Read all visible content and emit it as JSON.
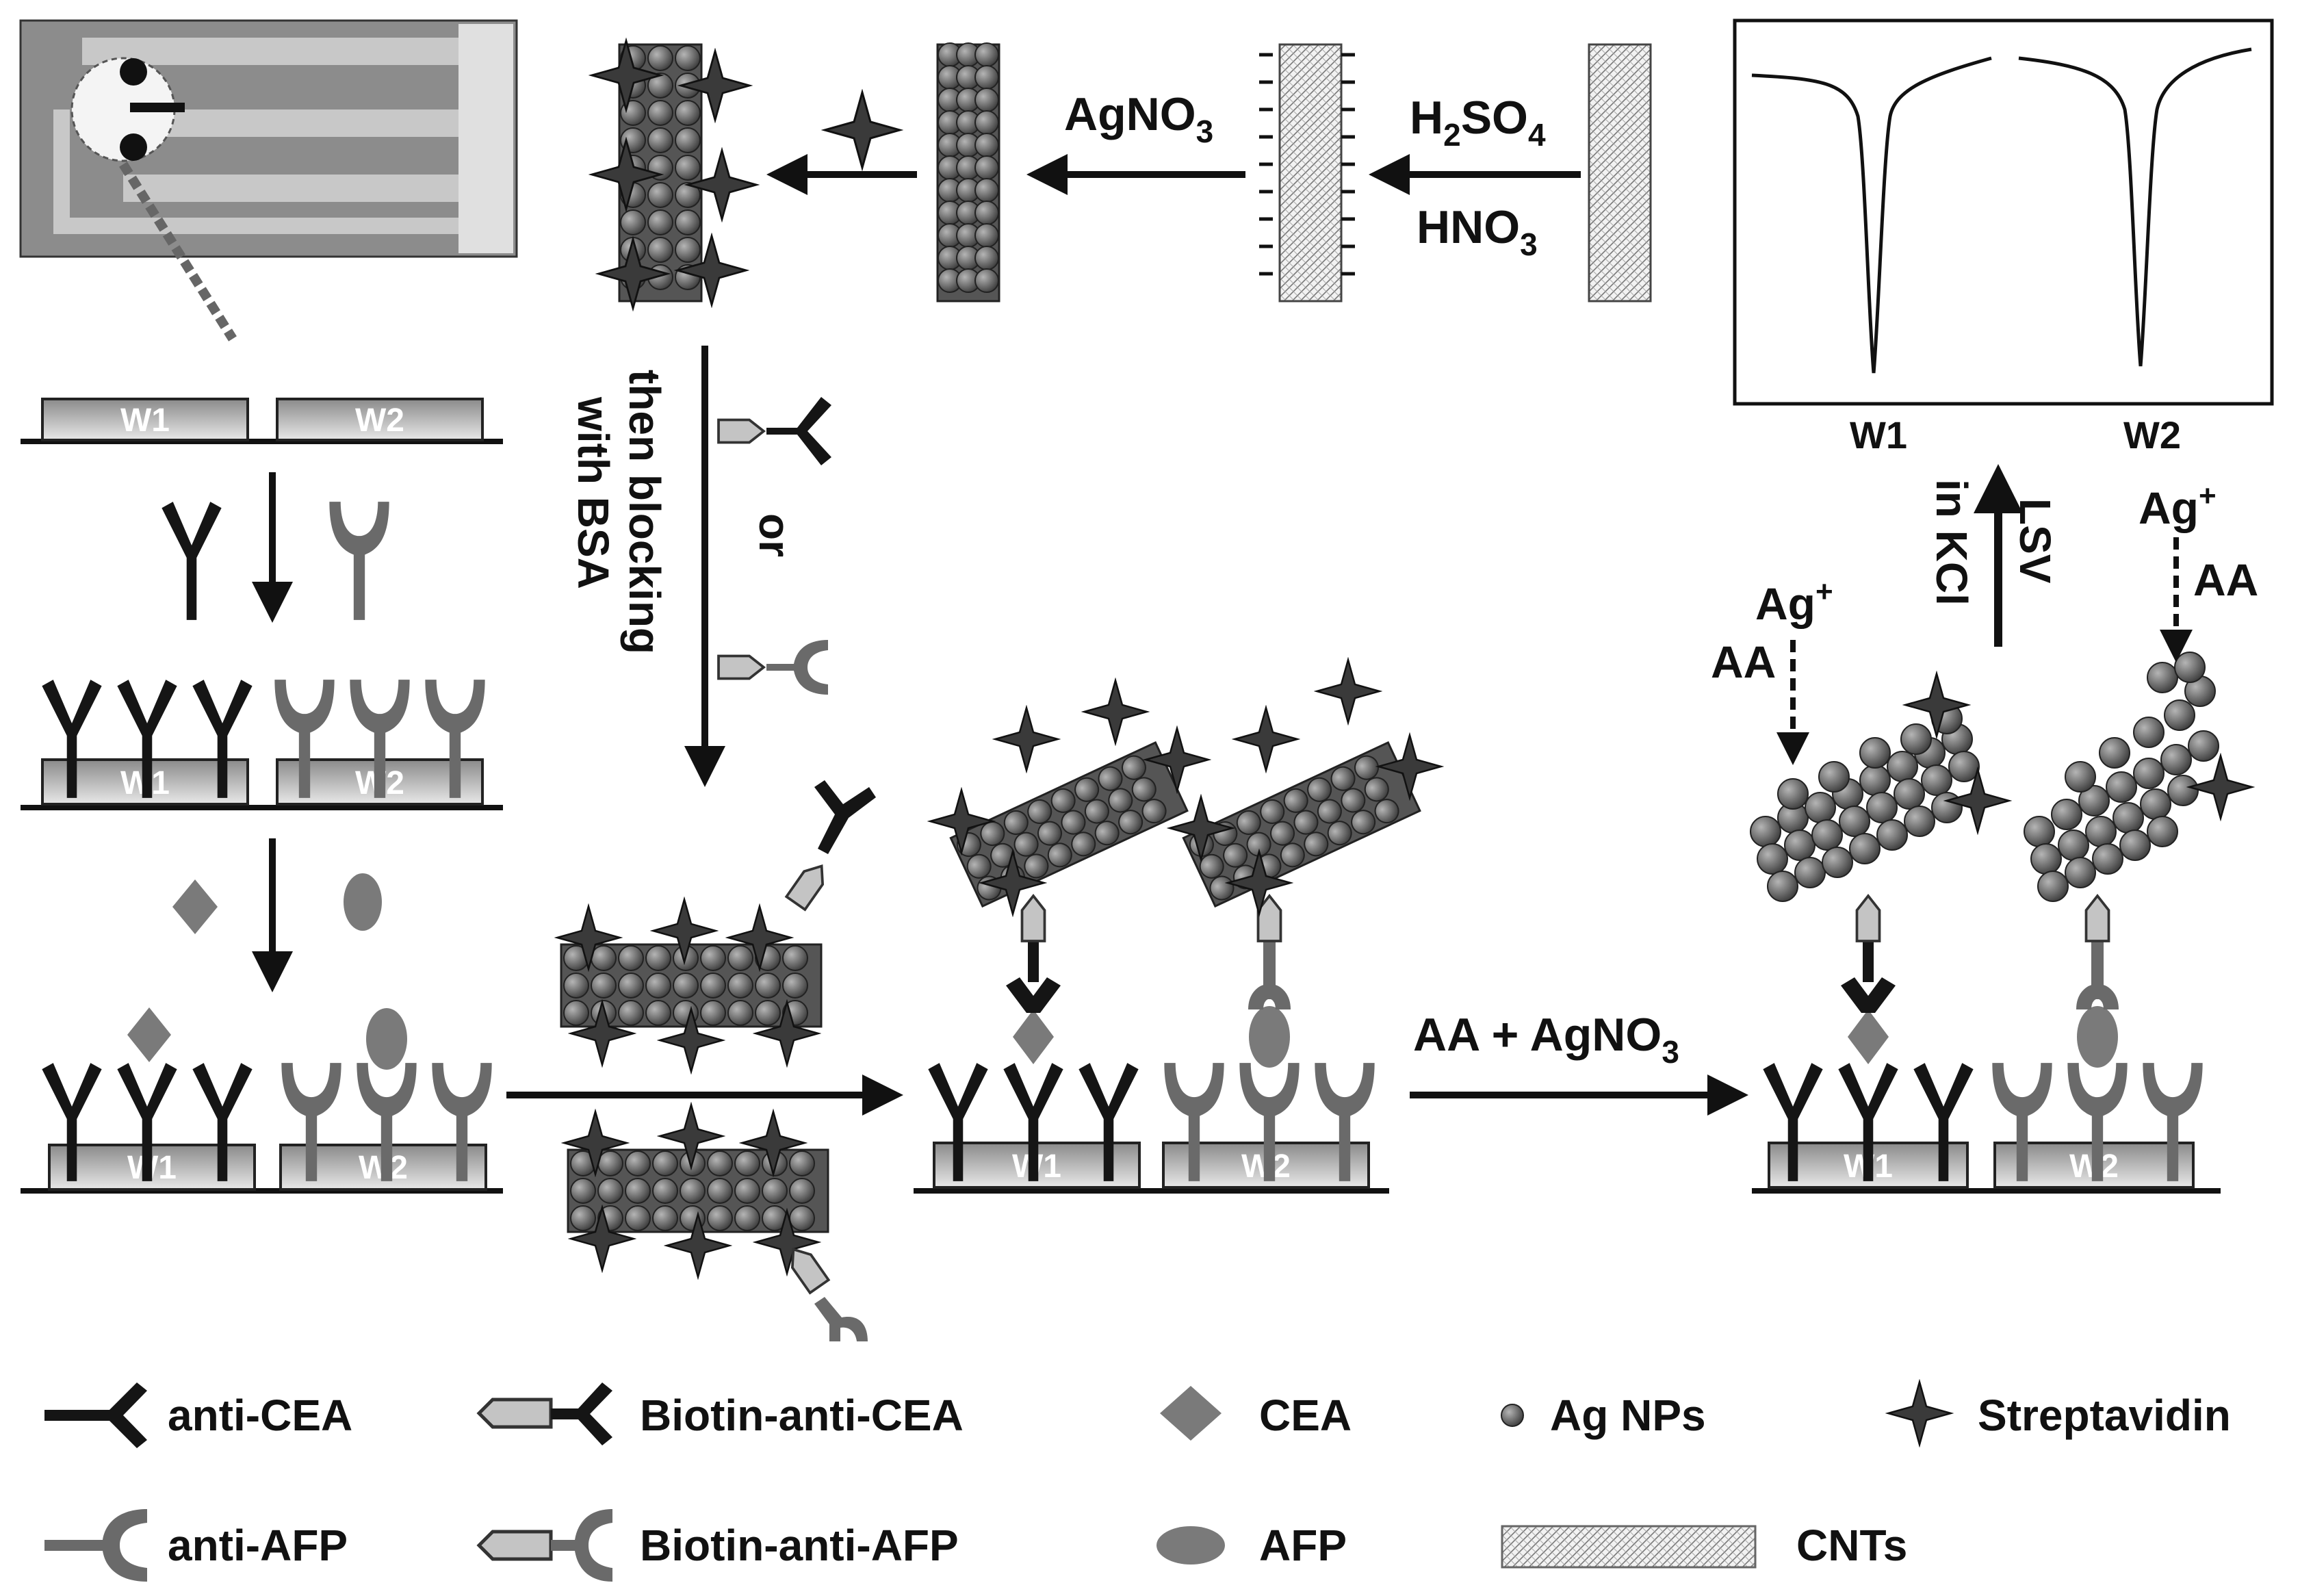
{
  "colors": {
    "dark": "#1a1a1a",
    "gray": "#6e6e6e",
    "light": "#bdbdbd",
    "chip": "#8f8f8f",
    "ag": "#707070"
  },
  "electrodes": {
    "w1": "W1",
    "w2": "W2"
  },
  "reagents": {
    "agno3": "AgNO",
    "agno3_sub": "3",
    "h2so4_a": "H",
    "h2so4_sub1": "2",
    "h2so4_b": "SO",
    "h2so4_sub2": "4",
    "hno3": "HNO",
    "hno3_sub": "3"
  },
  "steps": {
    "blocking_line1": "then blocking",
    "blocking_line2": "with BSA",
    "or": "or",
    "aa_agno3": "AA + AgNO",
    "aa_agno3_sub": "3",
    "lsv": "LSV",
    "in_kcl": "in KCl",
    "ag_plus": "Ag",
    "plus": "+",
    "aa": "AA"
  },
  "plot": {
    "x_label_1": "W1",
    "x_label_2": "W2"
  },
  "legend": {
    "anti_cea": "anti-CEA",
    "anti_afp": "anti-AFP",
    "biotin_anti_cea": "Biotin-anti-CEA",
    "biotin_anti_afp": "Biotin-anti-AFP",
    "cea": "CEA",
    "afp": "AFP",
    "ag_nps": "Ag NPs",
    "cnts": "CNTs",
    "streptavidin": "Streptavidin"
  }
}
